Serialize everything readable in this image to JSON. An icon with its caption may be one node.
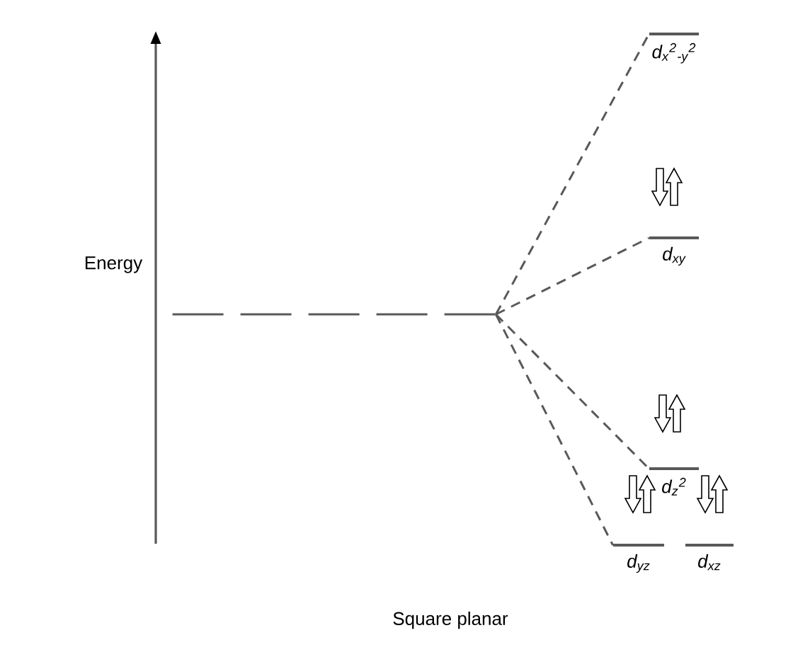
{
  "diagram": {
    "caption": "Square planar",
    "nodes": [
      {
        "text": [],
        "shape": "bar"
      },
      {
        "text": [
          "d$_{x}$$^{2}$$_{-y}$$^{2}$"
        ]
      },
      {
        "text": [
          "d$_{xy}$"
        ]
      },
      {
        "text": [
          "d$_{z}$$^{2}$"
        ]
      },
      {
        "text": [
          "d$_{yz}$"
        ]
      },
      {
        "text": [
          "d$_{xz}$"
        ]
      }
    ],
    "edges": [
      {
        "from": 0,
        "to": 1,
        "arrow": "none",
        "style": "dashed"
      },
      {
        "from": 0,
        "to": 2,
        "arrow": "none",
        "style": "dashed"
      },
      {
        "from": 0,
        "to": 3,
        "arrow": "none",
        "style": "dashed"
      },
      {
        "from": 0,
        "to": 4,
        "arrow": "none",
        "style": "dashed"
      }
    ],
    "labels": [
      "Energy"
    ]
  }
}
